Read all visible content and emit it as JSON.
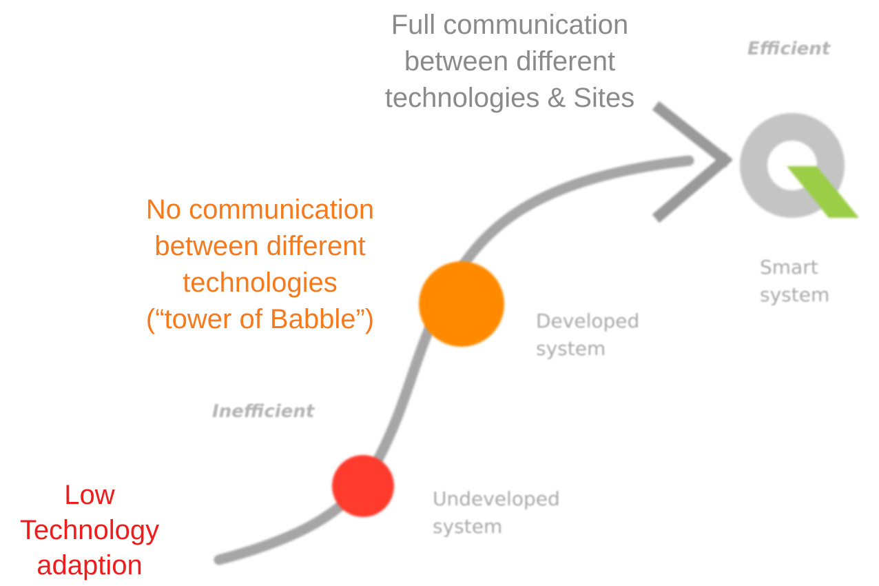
{
  "annotations": {
    "full_communication": {
      "lines": [
        "Full  communication",
        "between different",
        "technologies & Sites"
      ],
      "color": "#8a8a8a"
    },
    "no_communication": {
      "lines": [
        "No communication",
        "between different",
        "technologies",
        "(“tower of Babble”)"
      ],
      "color": "#f57a1e"
    },
    "low_technology": {
      "lines": [
        "Low",
        "Technology",
        "adaption"
      ],
      "color": "#ee1c1c"
    }
  },
  "stages": {
    "efficient_label": "Efficient",
    "inefficient_label": "Inefficient",
    "smart_system": [
      "Smart",
      "system"
    ],
    "developed_system": [
      "Developed",
      "system"
    ],
    "undeveloped_system": [
      "Undeveloped",
      "system"
    ]
  },
  "colors": {
    "curve": "#a6a6a6",
    "arrow": "#9a9a9a",
    "dot_developed": "#ff8a00",
    "dot_undeveloped": "#ff3a2e",
    "logo_ring": "#c4c4c4",
    "logo_tail": "#9ccd47"
  },
  "icons": {
    "logo": "q-logo-icon",
    "arrowhead": "arrowhead-icon"
  }
}
